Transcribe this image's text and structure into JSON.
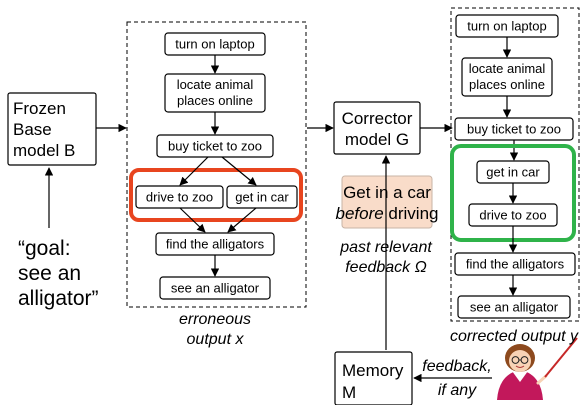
{
  "colors": {
    "erroneous_highlight": "#e8451f",
    "corrected_highlight": "#2fb34a",
    "feedback_bubble": "#f9dcc9",
    "line": "#000000"
  },
  "base_model": [
    "Frozen",
    "Base",
    "model B"
  ],
  "goal": [
    "“goal:",
    "see an",
    "alligator”"
  ],
  "erroneous": {
    "steps": {
      "turn_on": "turn on laptop",
      "locate": [
        "locate animal",
        "places online"
      ],
      "buy": "buy ticket to zoo",
      "drive": "drive to zoo",
      "get_in_car": "get in car",
      "find": "find the alligators",
      "see": "see an alligator"
    },
    "caption": [
      "erroneous",
      "output x"
    ]
  },
  "corrector": [
    "Corrector",
    "model G"
  ],
  "feedback_bubble": {
    "line1": "Get in a car",
    "line2_em": "before",
    "line2_rest": " driving"
  },
  "past_feedback": [
    "past relevant",
    "feedback Ω"
  ],
  "corrected": {
    "steps": {
      "turn_on": "turn on laptop",
      "locate": [
        "locate animal",
        "places online"
      ],
      "buy": "buy ticket to zoo",
      "get_in_car": "get in car",
      "drive": "drive to zoo",
      "find": "find the alligators",
      "see": "see an alligator"
    },
    "caption": "corrected output y"
  },
  "memory": [
    "Memory",
    "M"
  ],
  "feedback_label": [
    "feedback,",
    "if any"
  ],
  "teacher_icon": "teacher-with-pointer"
}
